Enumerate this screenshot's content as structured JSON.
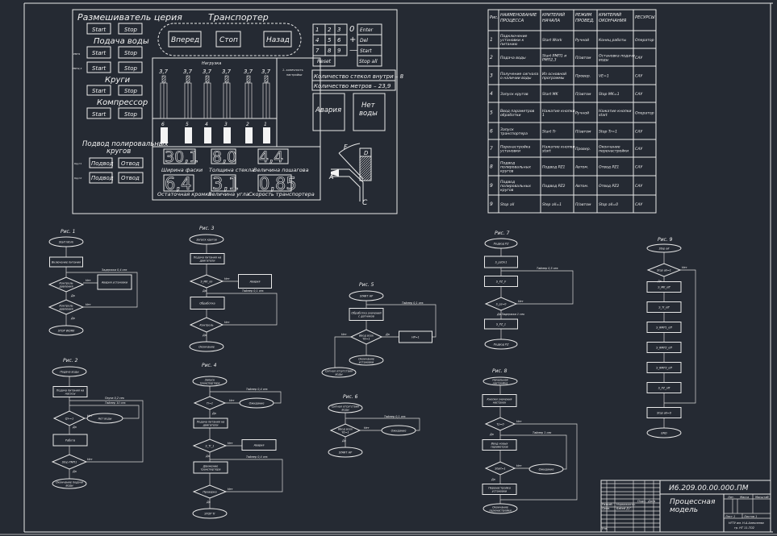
{
  "colors": {
    "background": "#252a33",
    "lines": "#e9e9e9"
  },
  "panel": {
    "mixer_title": "Размешиватель церия",
    "water_title": "Подача воды",
    "wheels_title": "Круги",
    "compressor_title": "Компрессор",
    "start": "Start",
    "stop": "Stop",
    "rmp1": "РМП1",
    "rmp23": "РМП2,3",
    "polish_title_1": "Подвод полировальных",
    "polish_title_2": "кругов",
    "polish_row1_prefix": "Круг1",
    "polish_row2_prefix": "Круг2",
    "approach": "Подвод",
    "retract": "Отвод",
    "conveyor_title": "Транспортер",
    "forward": "Вперед",
    "stop_conveyor": "Стоп",
    "back": "Назад",
    "keypad": [
      "1",
      "2",
      "3",
      "0",
      "Enter",
      "4",
      "5",
      "6",
      "+",
      "Del",
      "7",
      "8",
      "9",
      "—",
      "Start",
      "Reset",
      "Stop all"
    ],
    "load_title": "Нагрузка",
    "load_values": [
      "3,7",
      "3,7",
      "3,7",
      "3,7",
      "3,7",
      "3,7"
    ],
    "station_numbers": [
      "6",
      "5",
      "4",
      "3",
      "2",
      "1"
    ],
    "note_1": "1- конечность",
    "note_2": "настройки",
    "glass_count": "Количество стекол внутри – 8",
    "meters_count": "Количество метров – 23,9",
    "alarm": "Авария",
    "no_water_1": "Нет",
    "no_water_2": "воды",
    "displays": [
      {
        "value": "30,1",
        "label": "Ширина фаски"
      },
      {
        "value": "8,0",
        "label": "Толщина стекла"
      },
      {
        "value": "4,4",
        "label": "Величина пошагова"
      },
      {
        "value": "6,4",
        "label": "Остаточная кромка"
      },
      {
        "value": "3,1",
        "label": "Величина угла"
      },
      {
        "value": "0,85",
        "label": "Скорость транспортера"
      }
    ],
    "diagram_labels": [
      "F",
      "D",
      "A",
      "C"
    ]
  },
  "table": {
    "headers": [
      "Рис.",
      "НАИМЕНОВАНИЕ ПРОЦЕССА",
      "КРИТЕРИЙ НАЧАЛА",
      "РЕЖИМ ПРОВЕД.",
      "КРИТЕРИЙ ОКОНЧАНИЯ",
      "РЕСУРСЫ"
    ],
    "rows": [
      [
        "1",
        "Подключение установки к питанию",
        "Start Work",
        "Ручной",
        "Конец работы",
        "Оператор"
      ],
      [
        "2",
        "Подача воды",
        "Start РМП1 и РМП2,3",
        "П/автом",
        "Остановка подачи воды",
        "САУ"
      ],
      [
        "3",
        "Получение сигнала о наличии воды",
        "Из основной программы",
        "Провер.",
        "VE=1",
        "САУ"
      ],
      [
        "4",
        "Запуск кругов",
        "Start MK",
        "П/автом",
        "Stop MK=1",
        "САУ"
      ],
      [
        "5",
        "Ввод параметров обработки",
        "Нажатие кнопки 1",
        "Ручной",
        "Нажатие кнопки start",
        "Оператор"
      ],
      [
        "6",
        "Запуск транспортера",
        "Start Tr",
        "П/автом",
        "Stop Tr=1",
        "САУ"
      ],
      [
        "7",
        "Перенастройка установки",
        "Нажатие кнопки start",
        "Провер.",
        "Окончание перенастройки",
        "САУ"
      ],
      [
        "8",
        "Подвод полировальных кругов",
        "Подвод PZ1",
        "Автом.",
        "Отвод PZ1",
        "САУ"
      ],
      [
        "9",
        "Подвод полировальных кругов",
        "Подвод PZ2",
        "Автом.",
        "Отвод PZ2",
        "САУ"
      ],
      [
        "9",
        "Stop all",
        "Step all=1",
        "П/автом",
        "Stop all=0",
        "САУ"
      ]
    ]
  },
  "flowcharts": [
    {
      "title": "Рис. 1",
      "nodes": [
        "Start Work",
        "Включение питания",
        "Контроль давления",
        "Авария установки",
        "Контроль давления",
        "STOP WORK"
      ],
      "edge_labels": [
        "Нет",
        "Да",
        "Нет",
        "Да",
        "Задержка 0,4 сек"
      ]
    },
    {
      "title": "Рис. 2",
      "nodes": [
        "Подача воды",
        "Подача питания на насосы",
        "Q>=1",
        "Нет воды",
        "Работа",
        "Stop РМП1",
        "Окончание подачи воды"
      ],
      "edge_labels": [
        "Нет",
        "Да",
        "Нет",
        "Да",
        "Пауза 0,2 сек",
        "Таймер 10 сек"
      ]
    },
    {
      "title": "Рис. 3",
      "nodes": [
        "Запуск кругов",
        "Подача питания на двигатели",
        "S_MK_on",
        "Авария",
        "Обработка",
        "Контроль",
        "Окончание"
      ],
      "edge_labels": [
        "Нет",
        "Да",
        "Нет",
        "Да",
        "Таймер 0,1 сек"
      ]
    },
    {
      "title": "Рис. 4",
      "nodes": [
        "Запуск транспортера",
        "Tr=1",
        "Ожидание",
        "Подача питания на двигатели",
        "S_Tr_1",
        "Авария",
        "Движение транспортера",
        "Проверка",
        "STOP Tr"
      ],
      "edge_labels": [
        "Нет",
        "Да",
        "Нет",
        "Да",
        "Нет",
        "Да",
        "Таймер 0,4 сек",
        "Таймер 0,4 сек"
      ]
    },
    {
      "title": "Рис. 5",
      "nodes": [
        "START HP",
        "Обработка значений с датчиков",
        "Ввод всех YE=1",
        "HP=1",
        "Окончание установки",
        "Сигнал отсутствия воды"
      ],
      "edge_labels": [
        "Нет",
        "Да",
        "Таймер 0,1 сек"
      ]
    },
    {
      "title": "Рис. 6",
      "nodes": [
        "Сигнал отсутствия воды",
        "Ввод всех YE=1",
        "Ожидание",
        "START HP"
      ],
      "edge_labels": [
        "Нет",
        "Да",
        "Таймер 0,1 сек"
      ]
    },
    {
      "title": "Рис. 7",
      "nodes": [
        "Подвод PZ",
        "S_pzOn1",
        "S_PZ_V",
        "S_pz=0",
        "S_PZ_1",
        "Подвод PZ"
      ],
      "edge_labels": [
        "Нет",
        "Да Задержка 1 сек",
        "Таймер 0,5 сек"
      ]
    },
    {
      "title": "Рис. 8",
      "nodes": [
        "Начальная настройка",
        "Кнопки значения настроек",
        "Tp=0",
        "Ввод новых параметров",
        "Start=1",
        "Ожидание",
        "Перенастройка установки",
        "Окончание перенастройки"
      ],
      "edge_labels": [
        "Нет",
        "Да",
        "Нет",
        "Да",
        "Таймер 1 сек"
      ]
    },
    {
      "title": "Рис. 9",
      "nodes": [
        "Stop all",
        "Stop all=1",
        "S_MK_off",
        "S_Tr_off",
        "S_RMP1_off",
        "S_RMP2_off",
        "S_RMP3_off",
        "S_PZ_off",
        "Stop all=0",
        "END"
      ],
      "edge_labels": [
        "Нет",
        "Да"
      ]
    }
  ],
  "title_block": {
    "designation": "И6.209.00.00.000.ПМ",
    "name_1": "Процессная",
    "name_2": "модель",
    "col_labels": [
      "Лит.",
      "Масса",
      "Масштаб"
    ],
    "sheet": "Лист 1",
    "sheets": "Листов 1",
    "org_1": "НГТУ им. Н.А.Алексеева",
    "org_2": "гр. НТ 11-ТО2",
    "left_labels": [
      "Разраб.",
      "Пров.",
      "Нормоконтр.",
      "Бабей Д.Г.",
      "Подп.",
      "Дата",
      "Утв."
    ]
  }
}
